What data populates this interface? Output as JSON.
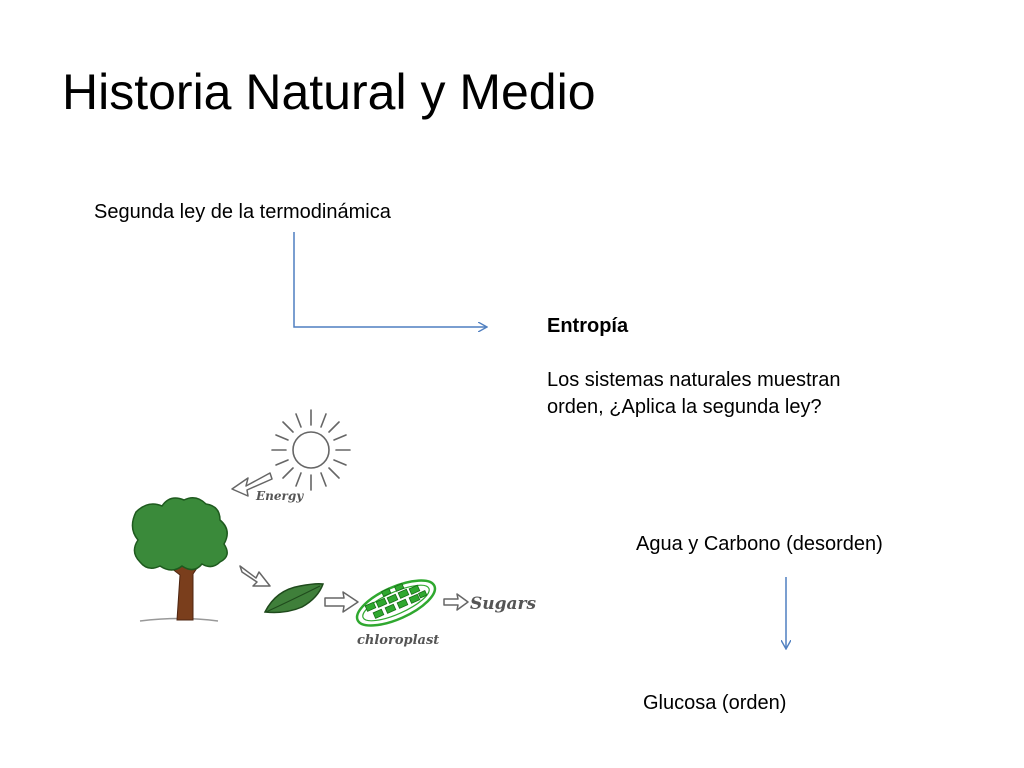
{
  "slide": {
    "title": "Historia Natural y Medio",
    "law": "Segunda ley de la termodinámica",
    "entropy": {
      "heading": "Entropía",
      "body": "Los sistemas naturales muestran orden, ¿Aplica la segunda ley?"
    },
    "water_carbon": "Agua y Carbono (desorden)",
    "glucose": "Glucosa (orden)"
  },
  "diagram": {
    "energy_label": "Energy",
    "chloroplast_label": "chloroplast",
    "sugars_label": "Sugars"
  },
  "colors": {
    "arrow": "#4f7fc0",
    "tree_canopy": "#3a8a3a",
    "trunk": "#7a3e1c",
    "leaf": "#3f7f3a",
    "chloroplast": "#2fa82f"
  }
}
